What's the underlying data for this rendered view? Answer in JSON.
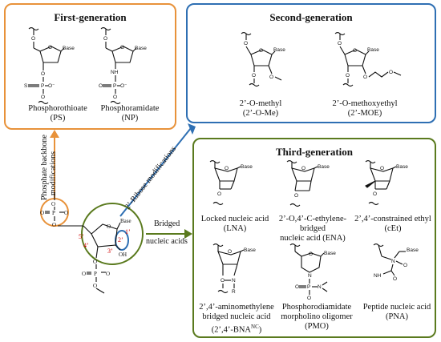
{
  "first": {
    "title": "First-generation",
    "ps": {
      "label": "Phosphorothioate",
      "abbr": "(PS)"
    },
    "np": {
      "label": "Phosphoramidate",
      "abbr": "(NP)"
    }
  },
  "second": {
    "title": "Second-generation",
    "ome": {
      "label": "2’-O-methyl",
      "abbr": "(2’-O-Me)"
    },
    "moe": {
      "label": "2’-O-methoxyethyl",
      "abbr": "(2’-MOE)"
    }
  },
  "third": {
    "title": "Third-generation",
    "lna": {
      "label": "Locked nucleic acid",
      "abbr": "(LNA)"
    },
    "ena": {
      "label1": "2’-O,4’-C-ethylene-bridged",
      "label2": "nucleic acid (ENA)"
    },
    "cet": {
      "label": "2’,4’-constrained ethyl",
      "abbr": "(cEt)"
    },
    "bna": {
      "label1": "2’,4’-aminomethylene",
      "label2": "bridged nucleic acid",
      "abbr": "(2’,4’-BNA",
      "abbr_sup": "NC",
      "abbr_end": ")"
    },
    "pmo": {
      "label1": "Phosphorodiamidate",
      "label2": "morpholino oligomer",
      "abbr": "(PMO)"
    },
    "pna": {
      "label": "Peptide nucleic acid",
      "abbr": "(PNA)"
    }
  },
  "center": {
    "backbone_label_1": "Phosphate backbone",
    "backbone_label_2": "modifications",
    "ribose_label": "2’-Ribose modifications",
    "bridged_label_1": "Bridged",
    "bridged_label_2": "nucleic acids",
    "pos_5": "5’",
    "pos_4": "4’",
    "pos_3": "3’",
    "pos_2": "2’",
    "pos_1": "1’",
    "oh": "OH"
  },
  "atoms": {
    "base": "Base",
    "O": "O",
    "S": "S",
    "N": "N",
    "NH": "NH",
    "P": "P",
    "R": "R",
    "Ominus": "O⁻"
  },
  "colors": {
    "first": "#e8923a",
    "second": "#2e6fb3",
    "third": "#5a7a1e",
    "numbers": "#d00000"
  }
}
